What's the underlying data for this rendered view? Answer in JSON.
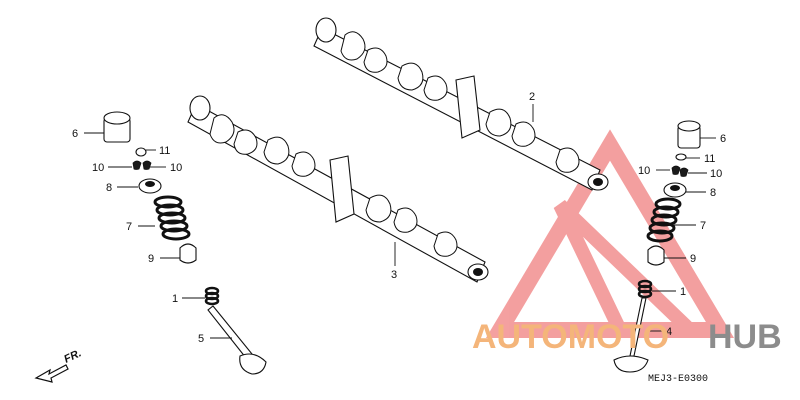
{
  "diagram": {
    "code": "MEJ3-E0300",
    "direction_label": "FR.",
    "callouts": [
      "1",
      "2",
      "3",
      "4",
      "5",
      "6",
      "7",
      "8",
      "9",
      "10",
      "11"
    ],
    "watermark": {
      "text_orange": "AUTOMOTO",
      "text_gray": "HUB",
      "color_orange": "#f4b57a",
      "color_gray": "#8c8c8c",
      "color_triangle": "#f08080"
    }
  }
}
